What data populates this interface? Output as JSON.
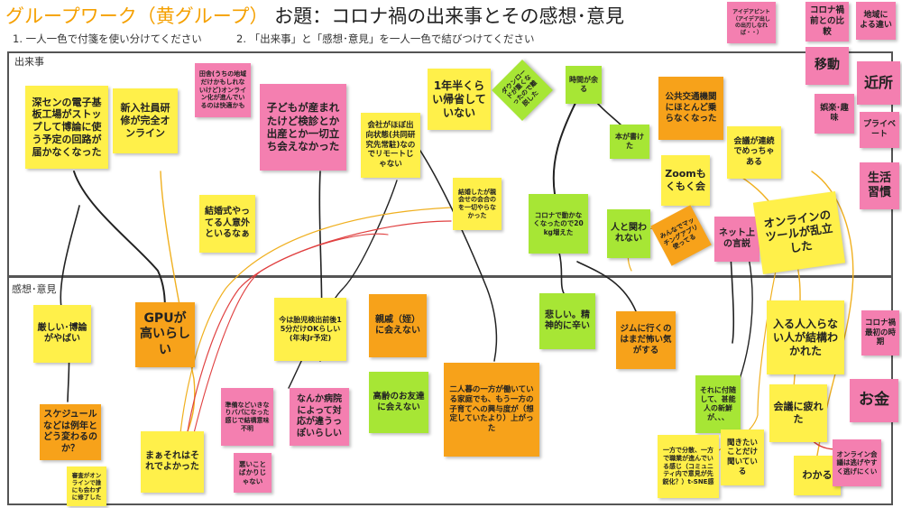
{
  "header": {
    "title_group": "グループワーク（黄グループ）",
    "title_topic": "お題：コロナ禍の出来事とその感想･意見",
    "instruction_1": "1. 一人一色で付箋を使い分けてください",
    "instruction_2": "2. 「出来事」と「感想･意見」を一人一色で結びつけてください"
  },
  "sections": {
    "events_label": "出来事",
    "opinions_label": "感想･意見"
  },
  "notes": {
    "shenzhen": "深センの電子基板工場がストップして博論に使う予定の回路が届かなくなった",
    "newhire": "新入社員研修が完全オンライン",
    "hometown": "田舎(うちの地域だけかもしれないけど)オンライン化が進んでいるのは快適かも",
    "baby": "子どもが産まれたけど検診とか出産とか一切立ち会えなかった",
    "kaisha": "会社がほぼ出向状態(共同研究先常駐)なのでリモートじゃない",
    "oneyear": "1年半くらい帰省していない",
    "download": "ダウンロードが重くなったので離脱した",
    "jikan": "時間が余る",
    "honga": "本が書けた",
    "koukyou": "公共交通機関にほとんど乗らなくなった",
    "kekkon": "結婚式やってる人意外といるなぁ",
    "kekkon_teaser": "結婚したが親会せの会合のを一切やらなかった",
    "weight": "コロナで動かなくなったので20kg増えた",
    "zoom": "Zoomもくもく会",
    "hito": "人と関われない",
    "minna": "みんなでマッチングアプリ使ってる",
    "netjo": "ネット上の言説",
    "online_tool": "オンラインのツールが乱立した",
    "kaigi_renzoku": "会議が連続でめっちゃある",
    "aidea": "アイデアピント（アイデア出しの出刃しなれぱ・・）",
    "corona_mae": "コロナ禍前との比較",
    "chiiki": "地域による違い",
    "idou": "移動",
    "kinjo": "近所",
    "goraku": "娯楽･趣味",
    "private": "プライベート",
    "seikatsu": "生活習慣",
    "corona_saisho": "コロナ禍最初の時期",
    "okane": "お金",
    "kibishii": "厳しい･博論がやばい",
    "gpu": "GPUが高いらしい",
    "kongo": "今は胎児検出前後15分だけOKらしい(年末Jr予定)",
    "shinseki": "親戚（姪）に会えない",
    "kanashii": "悲しい。精神的に辛い",
    "gym": "ジムに行くのはまだ怖い気がする",
    "ireru": "入る人入らない人が結構わかれた",
    "schedule": "スケジュールなどは例年とどう変わるのか？",
    "jungi": "審査がオンラインで誰にも会わずに修了した",
    "mazu": "まぁそれはそれでよかった",
    "junbi": "準備などいきなりバパになった感じで結構意味不明",
    "warui": "悪いことばかりじゃない",
    "nanka": "なんか病院によって対応が違うっぽいらしい",
    "koureisha": "高齢のお友達に会えない",
    "futari": "二人暮の一方が働いている家庭でも、もう一方の子育てへの興与度が（想定していたより）上がった",
    "sorenitsuite": "それに付随して、甚能人の新鮮が、、、",
    "ippou": "一方で分散、一方で職業が進んでいる感じ（コミュニティ内で意見が先鋭化？）t-SNE感",
    "kikitai": "聞きたいことだけ聞いている",
    "kaigi_tsukareta": "会議に疲れた",
    "wakaru": "わかる",
    "online_kaigi": "オンライン会議は逃げやすく逃げにくい"
  },
  "colors": {
    "yellow": "#fff04a",
    "orange": "#f7a21a",
    "pink": "#f47fb0",
    "green": "#a7e635",
    "title_orange": "#f5a000"
  }
}
